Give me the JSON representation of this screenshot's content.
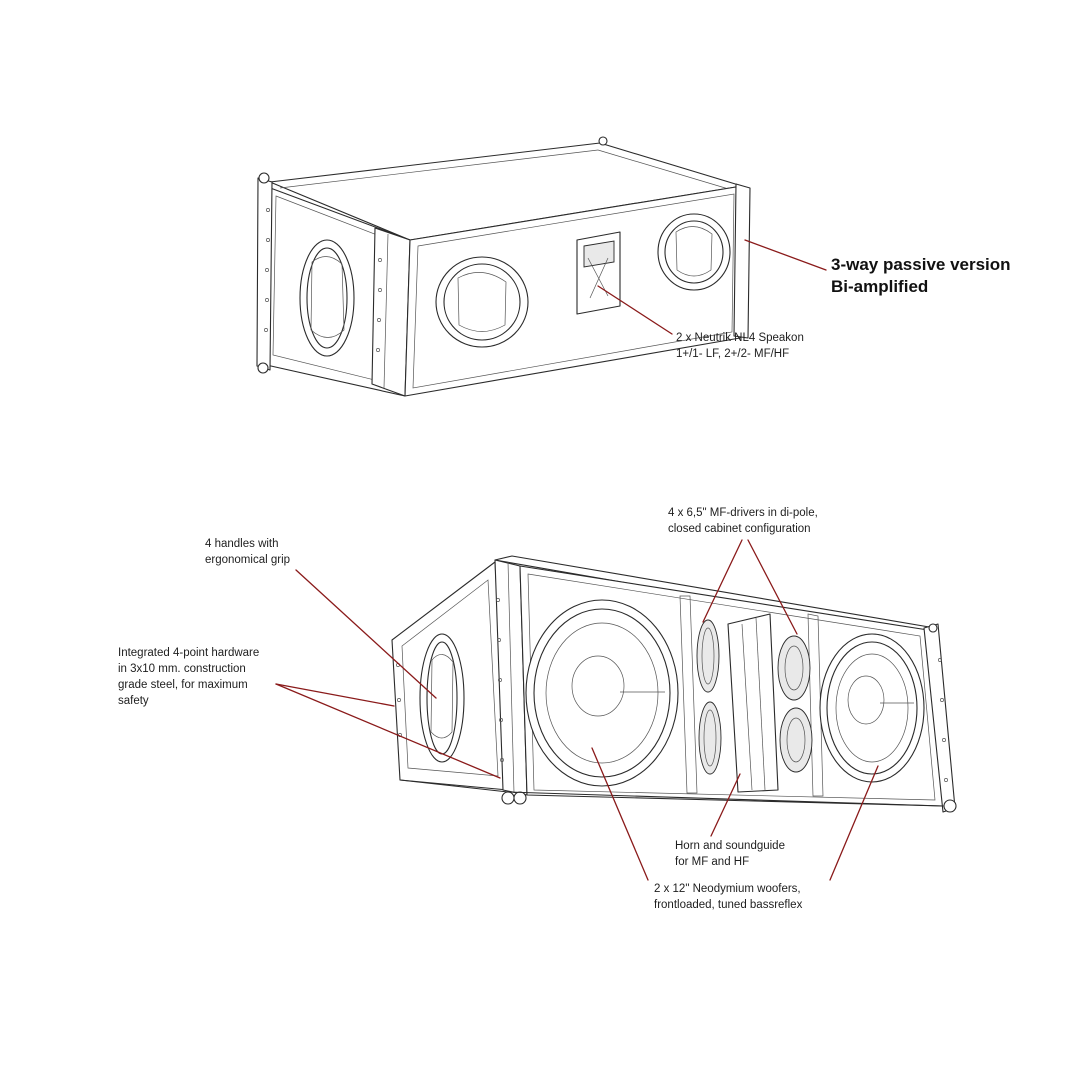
{
  "top_view": {
    "title_line1": "3-way passive version",
    "title_line2": "Bi-amplified",
    "connector_line1": "2 x Neutrik NL4 Speakon",
    "connector_line2": "1+/1- LF, 2+/2- MF/HF"
  },
  "front_view": {
    "mf_drivers_line1": "4 x 6,5\" MF-drivers in di-pole,",
    "mf_drivers_line2": "closed cabinet configuration",
    "handles_line1": "4 handles with",
    "handles_line2": "ergonomical grip",
    "hardware_line1": "Integrated 4-point hardware",
    "hardware_line2": "in 3x10 mm. construction",
    "hardware_line3": "grade steel, for maximum",
    "hardware_line4": "safety",
    "horn_line1": "Horn and soundguide",
    "horn_line2": "for MF and HF",
    "woofers_line1": "2 x 12\" Neodymium woofers,",
    "woofers_line2": "frontloaded, tuned bassreflex"
  },
  "colors": {
    "leader_line": "#8a1a1a",
    "outline": "#2b2b2b"
  }
}
